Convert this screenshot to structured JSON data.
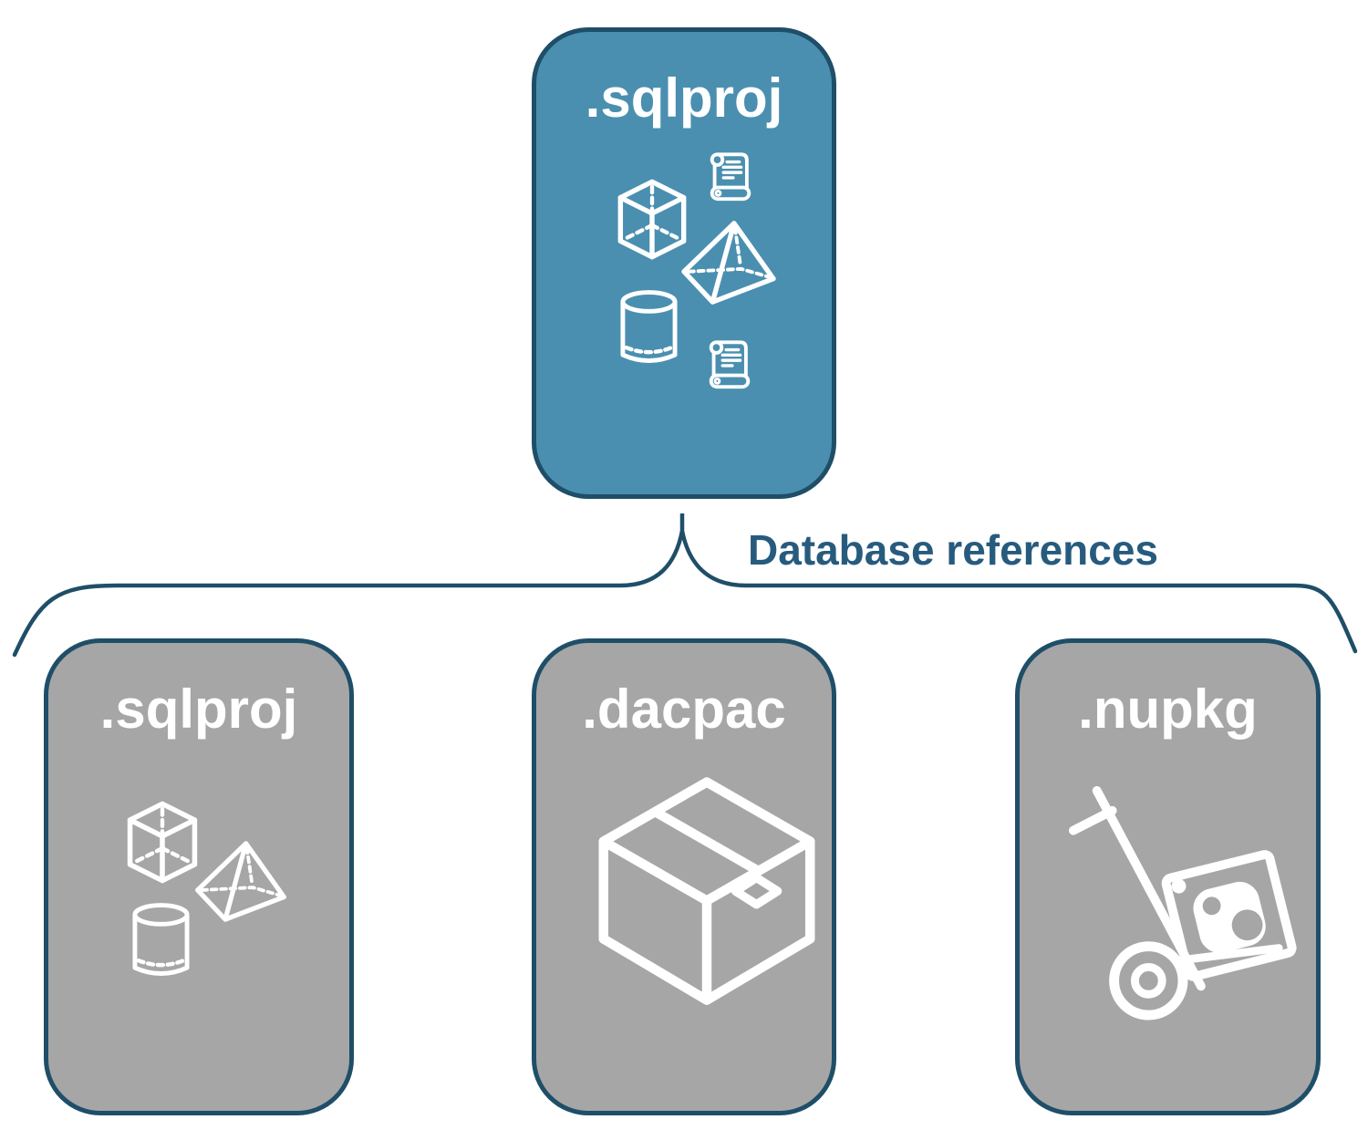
{
  "diagram": {
    "root_node": {
      "label": ".sqlproj",
      "icons": [
        "cube-icon",
        "scroll-icon",
        "pyramid-icon",
        "cylinder-icon",
        "scroll-icon"
      ]
    },
    "connector": {
      "label": "Database references"
    },
    "child_nodes": [
      {
        "label": ".sqlproj",
        "icons": [
          "cube-icon",
          "pyramid-icon",
          "cylinder-icon"
        ]
      },
      {
        "label": ".dacpac",
        "icons": [
          "package-box-icon"
        ]
      },
      {
        "label": ".nupkg",
        "icons": [
          "nuget-trolley-icon"
        ]
      }
    ],
    "colors": {
      "root_fill": "#4A8FB0",
      "child_fill": "#A6A6A6",
      "border": "#1F4E68",
      "label_text": "#FFFFFF",
      "connector_text": "#275B7E",
      "icon_stroke": "#FFFFFF"
    }
  }
}
